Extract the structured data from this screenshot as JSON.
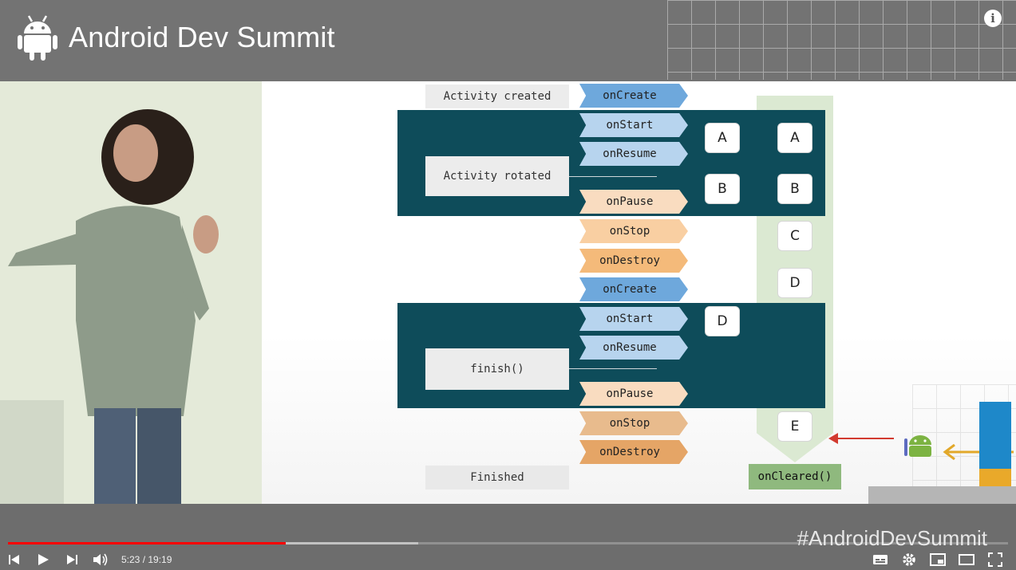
{
  "header": {
    "brand_title": "Android Dev Summit",
    "logo_icon": "android-logo-icon",
    "info_icon": "info-icon",
    "info_glyph": "i"
  },
  "slide": {
    "activity_created": "Activity created",
    "activity_rotated": "Activity rotated",
    "finish": "finish()",
    "finished": "Finished",
    "lifecycle": {
      "oncreate_1": "onCreate",
      "onstart_1": "onStart",
      "onresume_1": "onResume",
      "onpause_1": "onPause",
      "onstop_1": "onStop",
      "ondestroy_1": "onDestroy",
      "oncreate_2": "onCreate",
      "onstart_2": "onStart",
      "onresume_2": "onResume",
      "onpause_2": "onPause",
      "onstop_2": "onStop",
      "ondestroy_2": "onDestroy"
    },
    "state_boxes": {
      "activity_a": "A",
      "activity_b": "B",
      "activity_d": "D",
      "vm_a": "A",
      "vm_b": "B",
      "vm_c": "C",
      "vm_d": "D",
      "vm_e": "E"
    },
    "on_cleared": "onCleared()"
  },
  "player": {
    "hashtag": "#AndroidDevSummit",
    "time": "5:23 / 19:19",
    "progress_played": 0.278,
    "progress_buffered": 0.41,
    "colors": {
      "progress": "#ff0000",
      "band": "#0e4c5a"
    },
    "icons": [
      "previous-icon",
      "play-icon",
      "next-icon",
      "volume-icon",
      "subtitles-icon",
      "settings-icon",
      "miniplayer-icon",
      "theater-icon",
      "fullscreen-icon"
    ]
  }
}
